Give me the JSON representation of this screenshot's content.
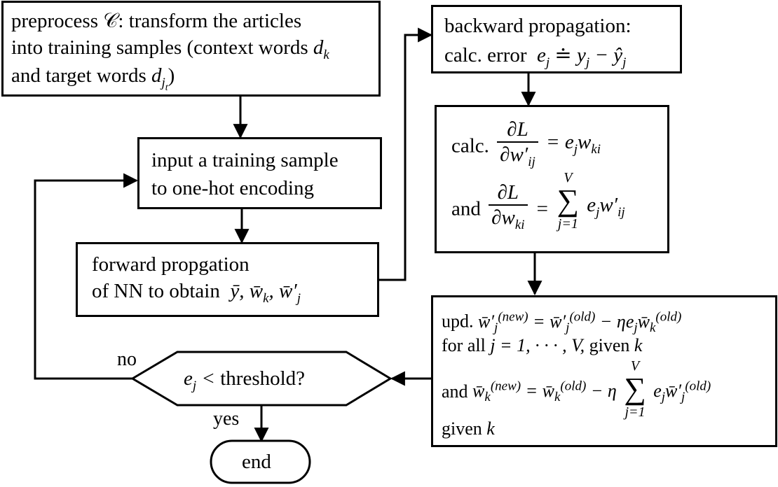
{
  "nodes": {
    "preprocess": {
      "line1": "preprocess 𝒞: transform the articles",
      "line2": "into training samples (context words",
      "line2_var": "d",
      "line2_sub": "k",
      "line3": "and target words",
      "line3_var": "d",
      "line3_sub": "j",
      "line3_subsub": "t",
      "line3_close": ")"
    },
    "input": {
      "line1": "input a training sample",
      "line2": "to one-hot encoding"
    },
    "forward": {
      "line1": "forward propgation",
      "line2": "of NN to obtain"
    },
    "backward": {
      "line1": "backward propagation:",
      "line2": "calc. error"
    },
    "gradients": {
      "calc_label": "calc.",
      "and_label": "and",
      "sum_upper": "V",
      "sum_lower": "j=1"
    },
    "update": {
      "upd_label": "upd.",
      "line2": "for all",
      "line2_b": "given",
      "and_label": "and",
      "sum_upper": "V",
      "sum_lower": "j=1",
      "given_label": "given"
    },
    "decision": {
      "text": "threshold?"
    },
    "end": {
      "text": "end"
    }
  },
  "edge_labels": {
    "no": "no",
    "yes": "yes"
  }
}
